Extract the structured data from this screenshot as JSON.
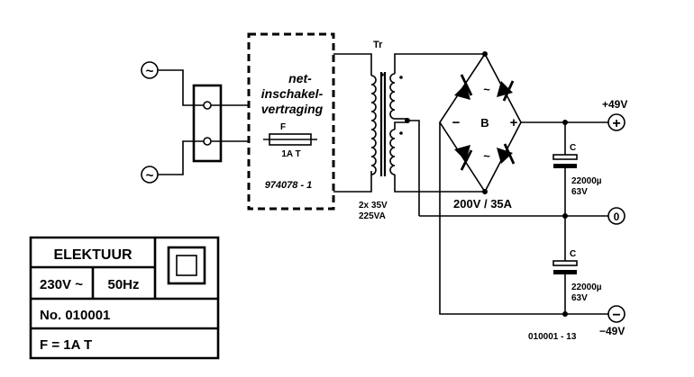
{
  "delay_module": {
    "line1": "net-",
    "line2": "inschakel-",
    "line3": "vertraging",
    "fuse_label": "F",
    "fuse_rating": "1A T",
    "part_number": "974078 - 1"
  },
  "transformer": {
    "label": "Tr",
    "rating1": "2x 35V",
    "rating2": "225VA"
  },
  "bridge": {
    "label": "B",
    "plus": "+",
    "minus": "−",
    "ac1": "~",
    "ac2": "~",
    "rating": "200V / 35A"
  },
  "capacitors": [
    {
      "label": "C",
      "value": "22000µ",
      "voltage": "63V"
    },
    {
      "label": "C",
      "value": "22000µ",
      "voltage": "63V"
    }
  ],
  "outputs": {
    "pos": "+49V",
    "neg": "−49V",
    "pos_sym": "+",
    "gnd_sym": "0",
    "neg_sym": "−"
  },
  "ac_input_symbols": [
    "~",
    "~"
  ],
  "figure_code": "010001 - 13",
  "rating_plate": {
    "brand": "ELEKTUUR",
    "voltage": "230V ~",
    "frequency": "50Hz",
    "number": "No. 010001",
    "fuse": "F = 1A T"
  }
}
